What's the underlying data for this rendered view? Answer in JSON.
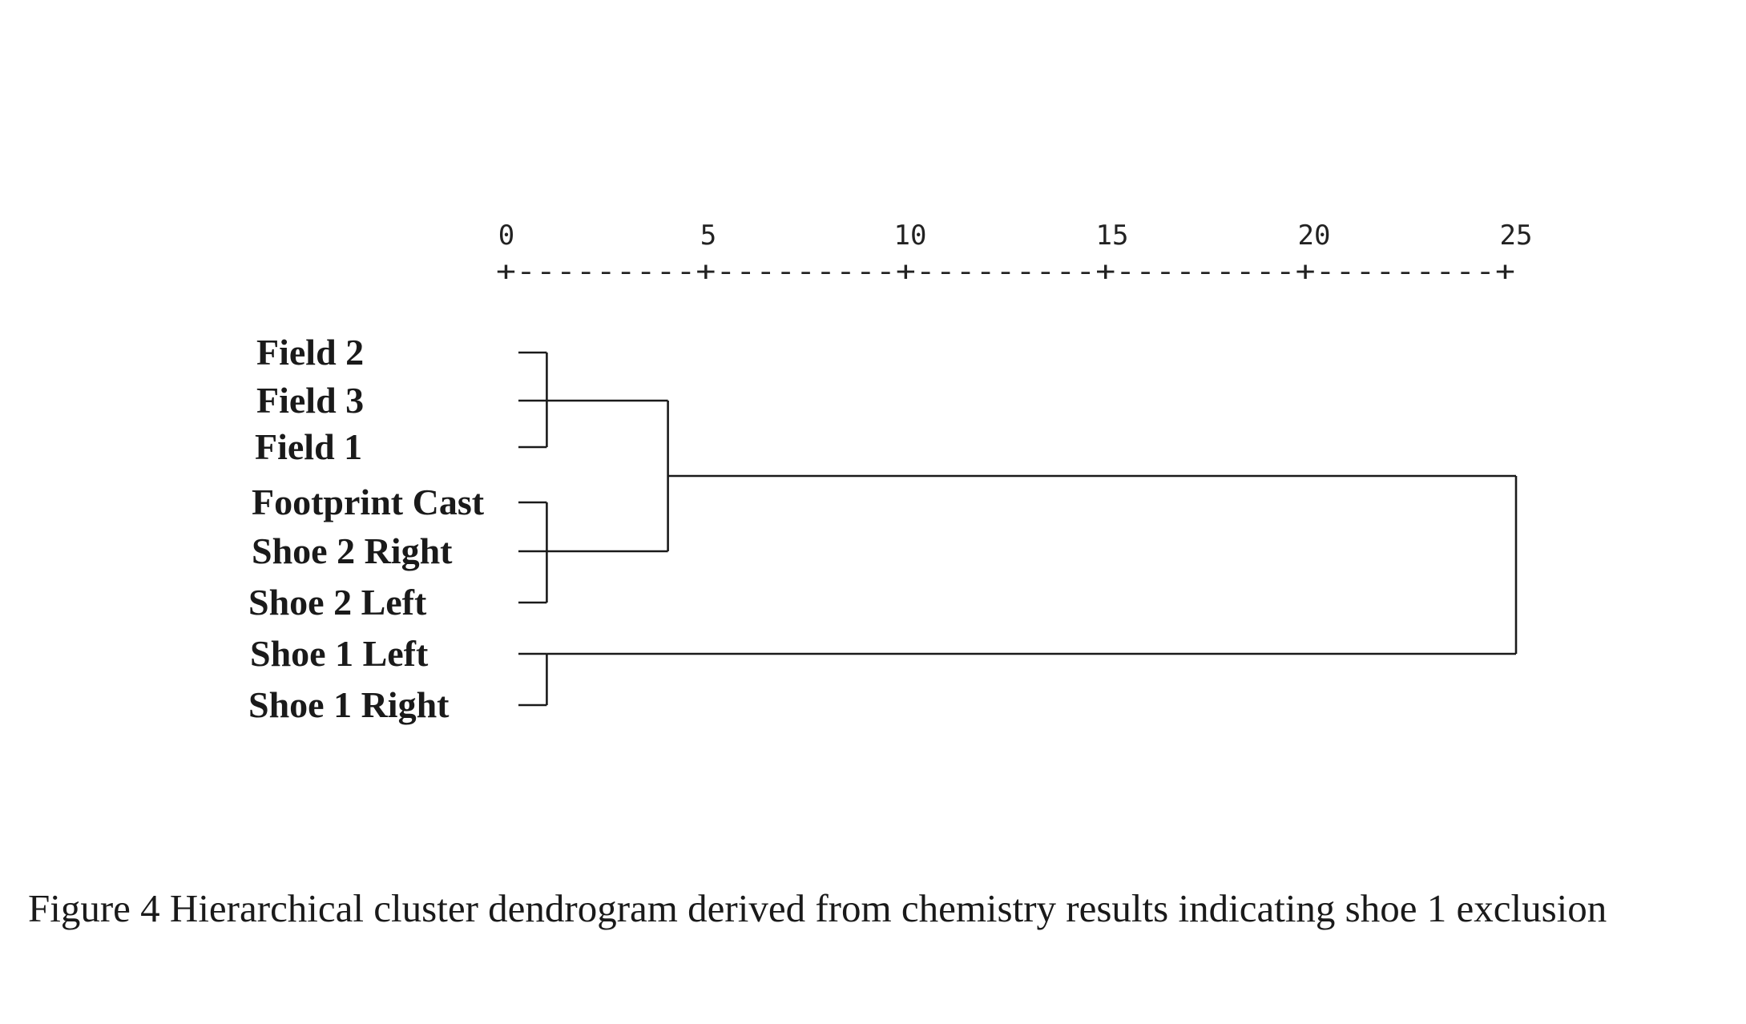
{
  "chart_data": {
    "type": "dendrogram",
    "title": "",
    "axis": {
      "range": [
        0,
        25
      ],
      "ticks": [
        0,
        5,
        10,
        15,
        20,
        25
      ],
      "tick_labels": [
        "0",
        "5",
        "10",
        "15",
        "20",
        "25"
      ],
      "scale_line": "+---------+---------+---------+---------+---------+"
    },
    "leaves": [
      "Field 2",
      "Field 3",
      "Field 1",
      "Footprint Cast",
      "Shoe 2 Right",
      "Shoe 2 Left",
      "Shoe 1 Left",
      "Shoe 1 Right"
    ],
    "merges": [
      {
        "members": [
          "Field 2",
          "Field 3",
          "Field 1"
        ],
        "distance": 1
      },
      {
        "members": [
          "Footprint Cast",
          "Shoe 2 Right",
          "Shoe 2 Left"
        ],
        "distance": 1
      },
      {
        "members": [
          "Shoe 1 Left",
          "Shoe 1 Right"
        ],
        "distance": 1
      },
      {
        "members": [
          "Field 2",
          "Field 3",
          "Field 1",
          "Footprint Cast",
          "Shoe 2 Right",
          "Shoe 2 Left"
        ],
        "distance": 4
      },
      {
        "members": [
          "Field 2",
          "Field 3",
          "Field 1",
          "Footprint Cast",
          "Shoe 2 Right",
          "Shoe 2 Left",
          "Shoe 1 Left",
          "Shoe 1 Right"
        ],
        "distance": 25
      }
    ]
  },
  "caption": "Figure 4  Hierarchical cluster dendrogram derived from chemistry results indicating shoe 1 exclusion"
}
